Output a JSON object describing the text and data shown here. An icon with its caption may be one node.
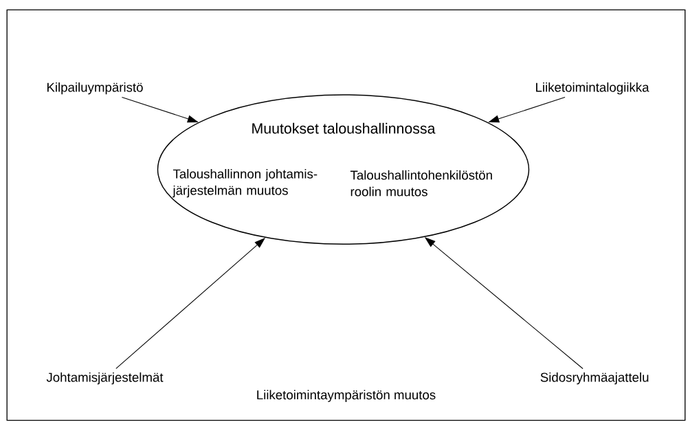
{
  "diagram": {
    "nodes": [
      {
        "text": [
          "Liiketoimintaympäristön muutos"
        ]
      },
      {
        "text": [
          "Muutokset taloushallinnossa",
          "Taloushallinnon johtamis- järjestelmän muutos",
          "Taloushallintohenkilöstön roolin muutos"
        ],
        "in": 0
      },
      {
        "text": [
          "Kilpailuympäristö"
        ],
        "in": 0
      },
      {
        "text": [
          "Liiketoimintalogiikka"
        ],
        "in": 0
      },
      {
        "text": [
          "Johtamisjärjestelmät"
        ],
        "in": 0
      },
      {
        "text": [
          "Sidosryhmäajattelu"
        ],
        "in": 0
      }
    ],
    "edges": [
      {
        "from": 2,
        "to": 1,
        "arrow": "to"
      },
      {
        "from": 3,
        "to": 1,
        "arrow": "to"
      },
      {
        "from": 4,
        "to": 1,
        "arrow": "to"
      },
      {
        "from": 5,
        "to": 1,
        "arrow": "to"
      }
    ]
  }
}
